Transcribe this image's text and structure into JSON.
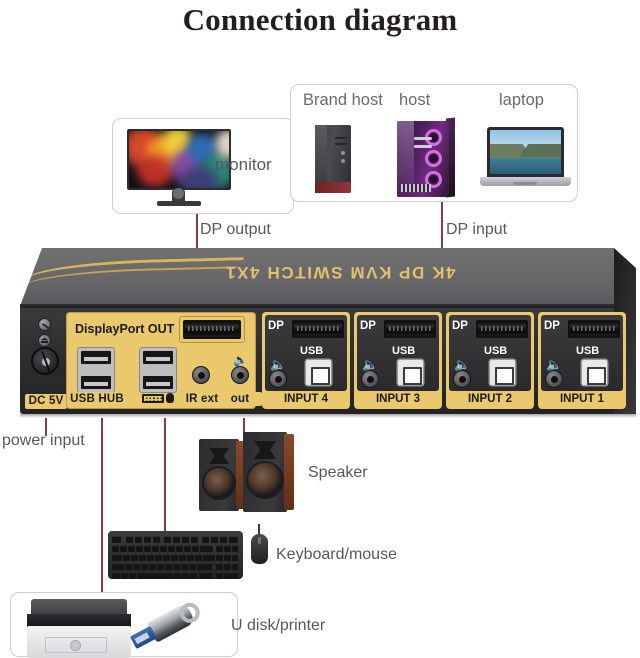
{
  "page": {
    "title": "Connection diagram"
  },
  "monitor": {
    "label": "monitor",
    "connection_label": "DP output"
  },
  "hosts": {
    "items": [
      {
        "label": "Brand host",
        "icon": "desktop-tower-icon"
      },
      {
        "label": "host",
        "icon": "rgb-gaming-pc-icon"
      },
      {
        "label": "laptop",
        "icon": "laptop-icon"
      }
    ],
    "connection_label": "DP input"
  },
  "device": {
    "brand_text": "4K DP KVM SWITCH 4X1",
    "power_label": "DC 5V",
    "output_panel": {
      "dp_out_label": "DisplayPort OUT",
      "usb_hub_label": "USB HUB",
      "kbm_label": "keyboard-mouse-icon",
      "ir_label": "IR ext",
      "audio_out_label": "out"
    },
    "inputs": [
      {
        "name": "INPUT 4",
        "dp": "DP",
        "usb": "USB",
        "audio": "speaker-icon"
      },
      {
        "name": "INPUT 3",
        "dp": "DP",
        "usb": "USB",
        "audio": "speaker-icon"
      },
      {
        "name": "INPUT 2",
        "dp": "DP",
        "usb": "USB",
        "audio": "speaker-icon"
      },
      {
        "name": "INPUT 1",
        "dp": "DP",
        "usb": "USB",
        "audio": "speaker-icon"
      }
    ]
  },
  "peripherals": {
    "power_input_label": "power input",
    "speaker_label": "Speaker",
    "keyboard_mouse_label": "Keyboard/mouse",
    "udisk_printer_label": "U disk/printer"
  },
  "colors": {
    "panel_yellow": "#e9c96c",
    "chassis_gray": "#67676a",
    "chassis_dark": "#2c2c2e",
    "gold_text": "#e3c06a",
    "connector_line": "#8d3b3b",
    "label_text": "#58585a",
    "card_border": "#cfcfcf"
  }
}
